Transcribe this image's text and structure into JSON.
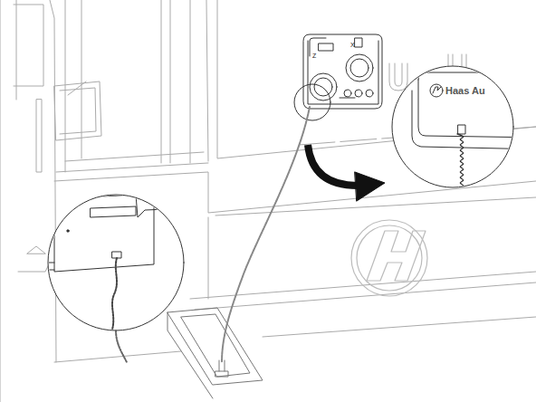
{
  "diagram": {
    "labels": [
      "Z",
      "X",
      "Haas Au"
    ]
  }
}
